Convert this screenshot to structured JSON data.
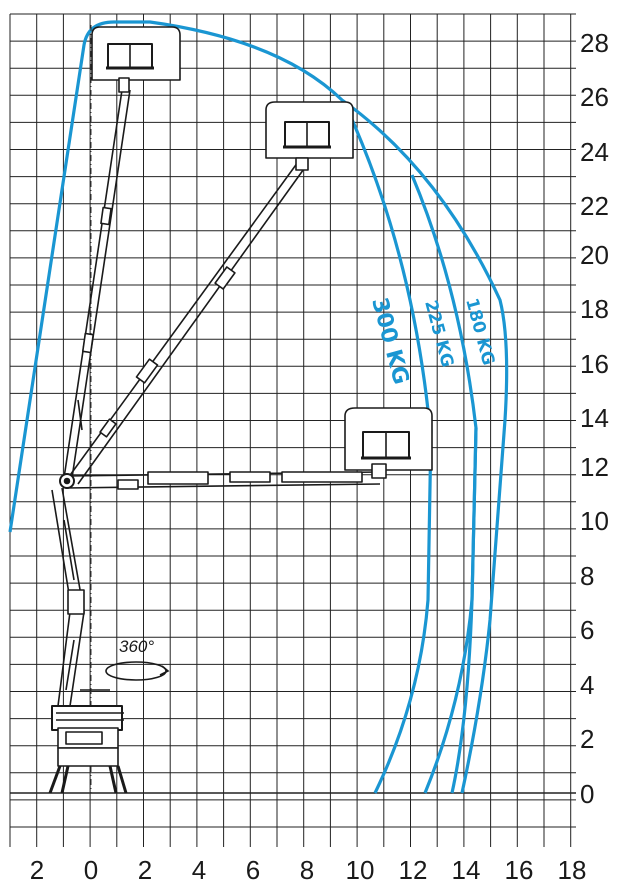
{
  "colors": {
    "envelope": "#1a96d2",
    "grid": "#222222",
    "machine": "#1a1a1a"
  },
  "axis": {
    "y_ticks": [
      "28",
      "26",
      "24",
      "22",
      "20",
      "18",
      "16",
      "14",
      "12",
      "10",
      "8",
      "6",
      "4",
      "2",
      "0"
    ],
    "x_ticks": [
      "2",
      "0",
      "2",
      "4",
      "6",
      "8",
      "10",
      "12",
      "14",
      "16",
      "18"
    ]
  },
  "curves": [
    {
      "name": "300 KG",
      "label": "300 KG"
    },
    {
      "name": "225 KG",
      "label": "225 KG"
    },
    {
      "name": "180 KG",
      "label": "180 KG"
    }
  ],
  "rotation": {
    "label": "360°"
  }
}
